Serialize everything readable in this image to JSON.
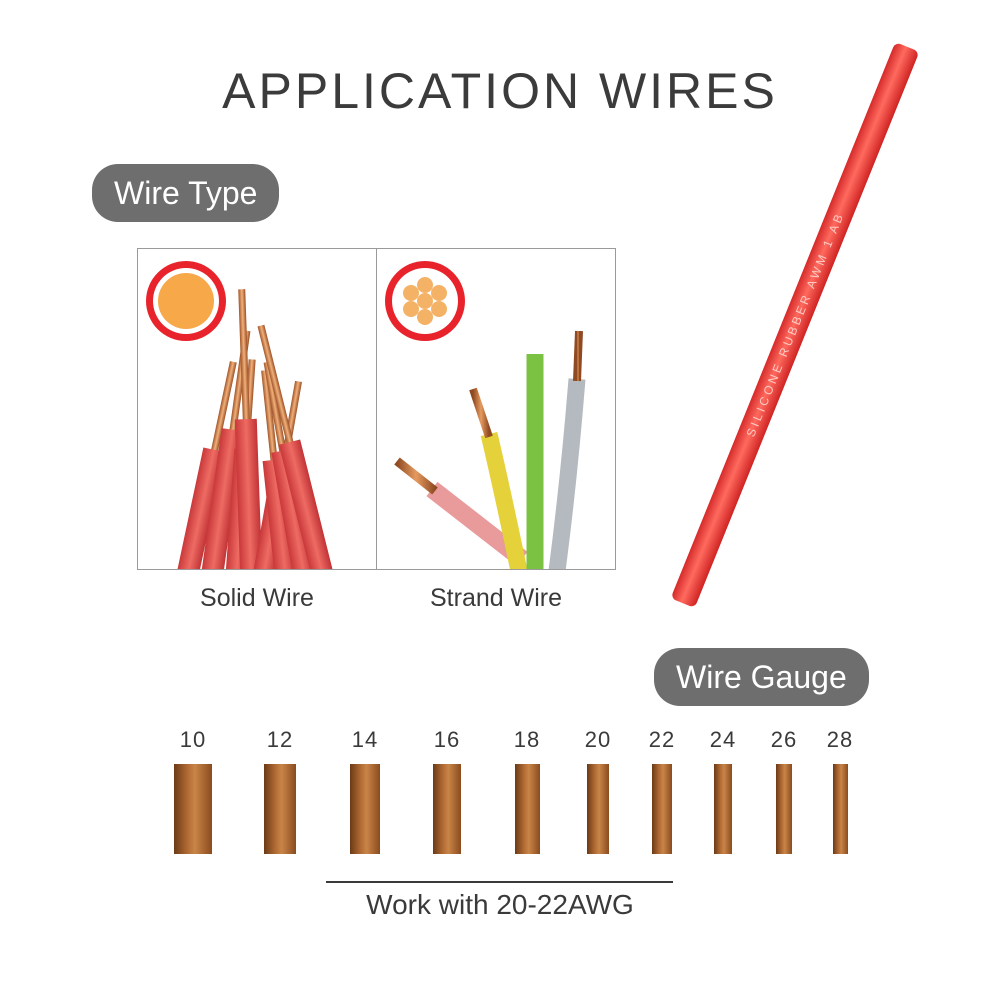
{
  "title": "APPLICATION WIRES",
  "wire_type": {
    "heading": "Wire Type",
    "solid_label": "Solid Wire",
    "strand_label": "Strand Wire"
  },
  "wire_gauge": {
    "heading": "Wire Gauge",
    "sizes": [
      "10",
      "12",
      "14",
      "16",
      "18",
      "20",
      "22",
      "24",
      "26",
      "28"
    ],
    "note": "Work with 20-22AWG"
  },
  "red_wire_print": "SILICONE RUBBER AWM 1 AB",
  "colors": {
    "pill": "#6e6e6e",
    "copper": "#b06a33",
    "insulation_red": "#e8443f",
    "solid_core": "#f7a94a",
    "ring_red": "#e8232b"
  },
  "icons": [
    "solid-wire-cross-section-icon",
    "strand-wire-cross-section-icon"
  ]
}
